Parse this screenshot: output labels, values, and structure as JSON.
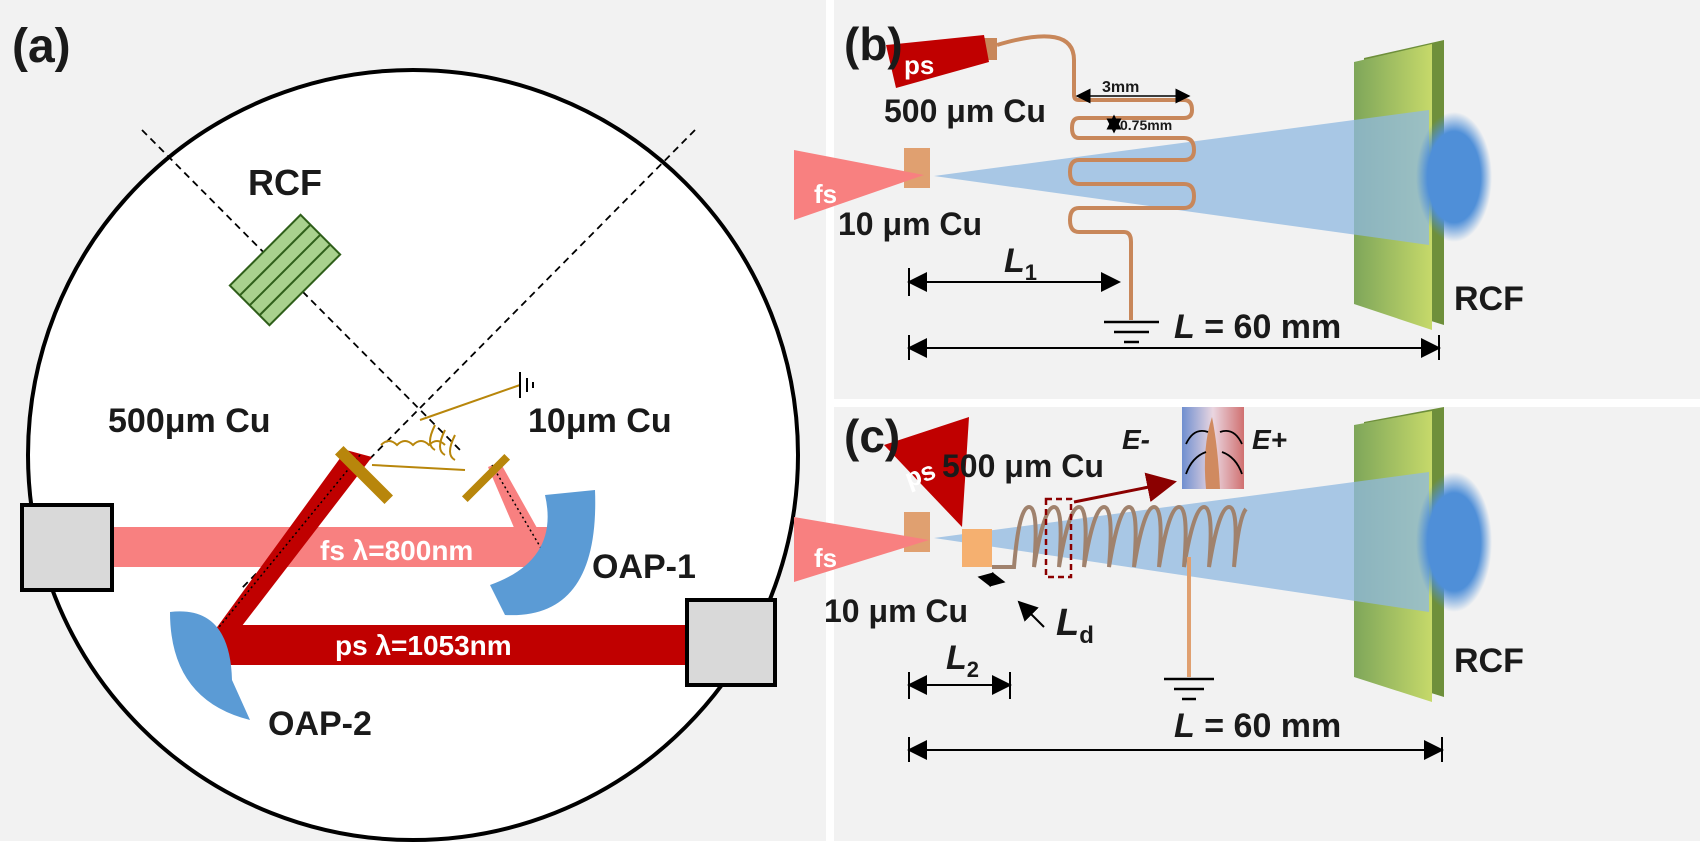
{
  "panel_a": {
    "tag": "(a)",
    "rcf": "RCF",
    "cu_thick": "500μm Cu",
    "cu_thin": "10μm Cu",
    "fs_beam": "fs  λ=800nm",
    "ps_beam": "ps  λ=1053nm",
    "oap1": "OAP-1",
    "oap2": "OAP-2"
  },
  "panel_b": {
    "tag": "(b)",
    "ps": "ps",
    "fs": "fs",
    "cu_thick": "500 μm Cu",
    "cu_thin": "10 μm Cu",
    "width_dim": "3mm",
    "gap_dim": "0.75mm",
    "l1_main": "L",
    "l1_sub": "1",
    "l_total": "L",
    "l_total_value": " = 60 mm",
    "rcf": "RCF"
  },
  "panel_c": {
    "tag": "(c)",
    "ps": "ps",
    "fs": "fs",
    "cu_thick": "500 μm Cu",
    "cu_thin": "10 μm Cu",
    "e_minus": "E-",
    "e_plus": "E+",
    "ld_main": "L",
    "ld_sub": "d",
    "l2_main": "L",
    "l2_sub": "2",
    "l_total": "L",
    "l_total_value": " = 60 mm",
    "rcf": "RCF"
  },
  "colors": {
    "panel_bg": "#f2f2f2",
    "fs_beam": "#f88080",
    "ps_beam": "#c00000",
    "proton_beam": "#8fb8e0",
    "rcf_green": "#a9d18e",
    "copper": "#c8875a",
    "mirror_blue": "#5b9bd5",
    "gold": "#b8860b"
  }
}
